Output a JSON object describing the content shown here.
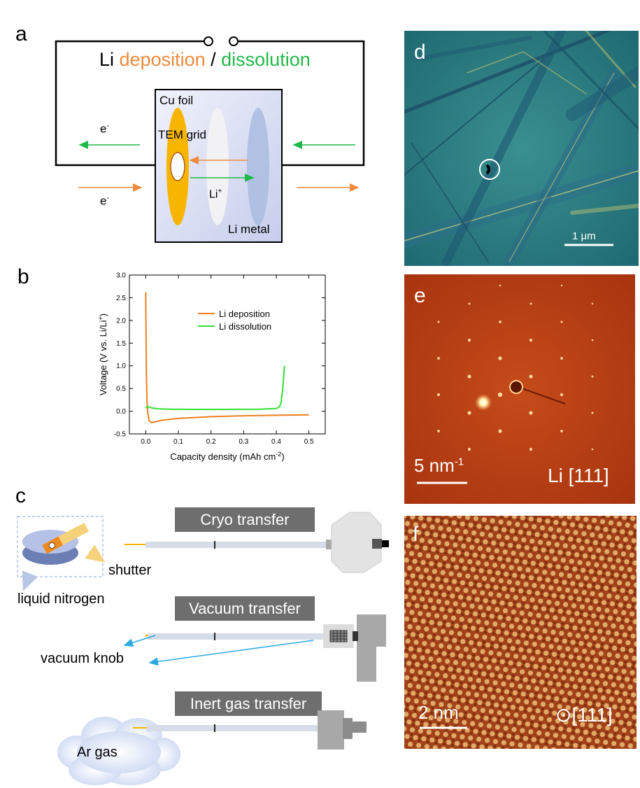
{
  "panels": {
    "a": {
      "label": "a",
      "title_part1": "Li ",
      "title_deposition": "deposition",
      "title_sep": " / ",
      "title_dissolution": "dissolution",
      "cu_foil": "Cu foil",
      "tem_grid": "TEM grid",
      "li_plus": "Li",
      "li_plus_sup": "+",
      "li_metal": "Li metal",
      "electron": "e",
      "electron_sup": "-"
    },
    "b": {
      "label": "b"
    },
    "c": {
      "label": "c",
      "cryo": "Cryo transfer",
      "vacuum": "Vacuum transfer",
      "inert": "Inert gas transfer",
      "shutter": "shutter",
      "liquid_nitrogen": "liquid nitrogen",
      "vacuum_knob": "vacuum knob",
      "ar_gas": "Ar gas"
    },
    "d": {
      "label": "d",
      "scale": "1 μm"
    },
    "e": {
      "label": "e",
      "scale": "5 nm",
      "scale_sup": "-1",
      "zone": "Li [111]"
    },
    "f": {
      "label": "f",
      "scale": "2 nm",
      "zone_symbol": "⊙",
      "zone": "[111]"
    }
  },
  "colors": {
    "deposition": "#f08a3c",
    "dissolution": "#22b84a",
    "arrow_green": "#1fb84a",
    "arrow_orange": "#f08a3c",
    "label_box": "#6e6e6e",
    "blue_arrow": "#2aa9e0"
  },
  "chart_data": {
    "type": "line",
    "xlabel": "Capacity density (mAh cm",
    "xlabel_sup": "-2",
    "xlabel_end": ")",
    "ylabel": "Voltage (V vs. Li/Li",
    "ylabel_sup": "+",
    "ylabel_end": ")",
    "xlim": [
      -0.05,
      0.55
    ],
    "ylim": [
      -0.5,
      3.0
    ],
    "xticks": [
      0.0,
      0.1,
      0.2,
      0.3,
      0.4,
      0.5
    ],
    "yticks": [
      -0.5,
      0.0,
      0.5,
      1.0,
      1.5,
      2.0,
      2.5,
      3.0
    ],
    "legend_position": "top-right",
    "series": [
      {
        "name": "Li deposition",
        "color": "#f07f1e",
        "x": [
          0.0,
          0.002,
          0.004,
          0.006,
          0.008,
          0.01,
          0.015,
          0.02,
          0.03,
          0.05,
          0.1,
          0.2,
          0.3,
          0.4,
          0.5
        ],
        "y": [
          2.62,
          0.8,
          0.2,
          0.0,
          -0.12,
          -0.2,
          -0.24,
          -0.25,
          -0.23,
          -0.2,
          -0.16,
          -0.12,
          -0.1,
          -0.09,
          -0.08
        ]
      },
      {
        "name": "Li dissolution",
        "color": "#33e033",
        "x": [
          0.0,
          0.005,
          0.01,
          0.02,
          0.04,
          0.08,
          0.15,
          0.25,
          0.35,
          0.4,
          0.41,
          0.415,
          0.42,
          0.425
        ],
        "y": [
          0.07,
          0.1,
          0.09,
          0.07,
          0.05,
          0.045,
          0.04,
          0.04,
          0.045,
          0.06,
          0.1,
          0.2,
          0.5,
          1.0
        ]
      }
    ]
  }
}
